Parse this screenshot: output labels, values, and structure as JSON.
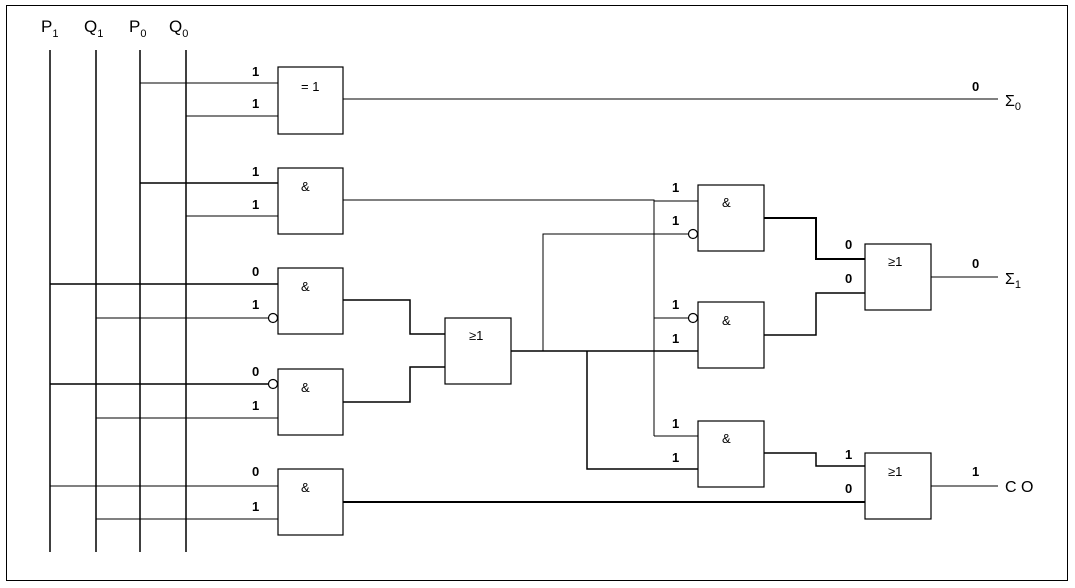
{
  "inputs": [
    {
      "letter": "P",
      "sub": "1"
    },
    {
      "letter": "Q",
      "sub": "1"
    },
    {
      "letter": "P",
      "sub": "0"
    },
    {
      "letter": "Q",
      "sub": "0"
    }
  ],
  "gates": {
    "xor0": {
      "symbol": "= 1",
      "in_bits": [
        "1",
        "1"
      ]
    },
    "and0": {
      "symbol": "&",
      "in_bits": [
        "1",
        "1"
      ]
    },
    "and1": {
      "symbol": "&",
      "in_bits": [
        "0",
        "1"
      ]
    },
    "and2": {
      "symbol": "&",
      "in_bits": [
        "0",
        "1"
      ]
    },
    "and3": {
      "symbol": "&",
      "in_bits": [
        "0",
        "1"
      ]
    },
    "or0": {
      "symbol": "≥1"
    },
    "andA": {
      "symbol": "&",
      "in_bits": [
        "1",
        "1"
      ]
    },
    "andB": {
      "symbol": "&",
      "in_bits": [
        "1",
        "1"
      ]
    },
    "andC": {
      "symbol": "&",
      "in_bits": [
        "1",
        "1"
      ]
    },
    "orS1": {
      "symbol": "≥1",
      "in_bits": [
        "0",
        "0"
      ]
    },
    "orCO": {
      "symbol": "≥1",
      "in_bits": [
        "1",
        "0"
      ]
    }
  },
  "outputs": {
    "s0": {
      "value": "0",
      "letter": "Σ",
      "sub": "0"
    },
    "s1": {
      "value": "0",
      "letter": "Σ",
      "sub": "1"
    },
    "co": {
      "value": "1",
      "label": "C O"
    }
  }
}
